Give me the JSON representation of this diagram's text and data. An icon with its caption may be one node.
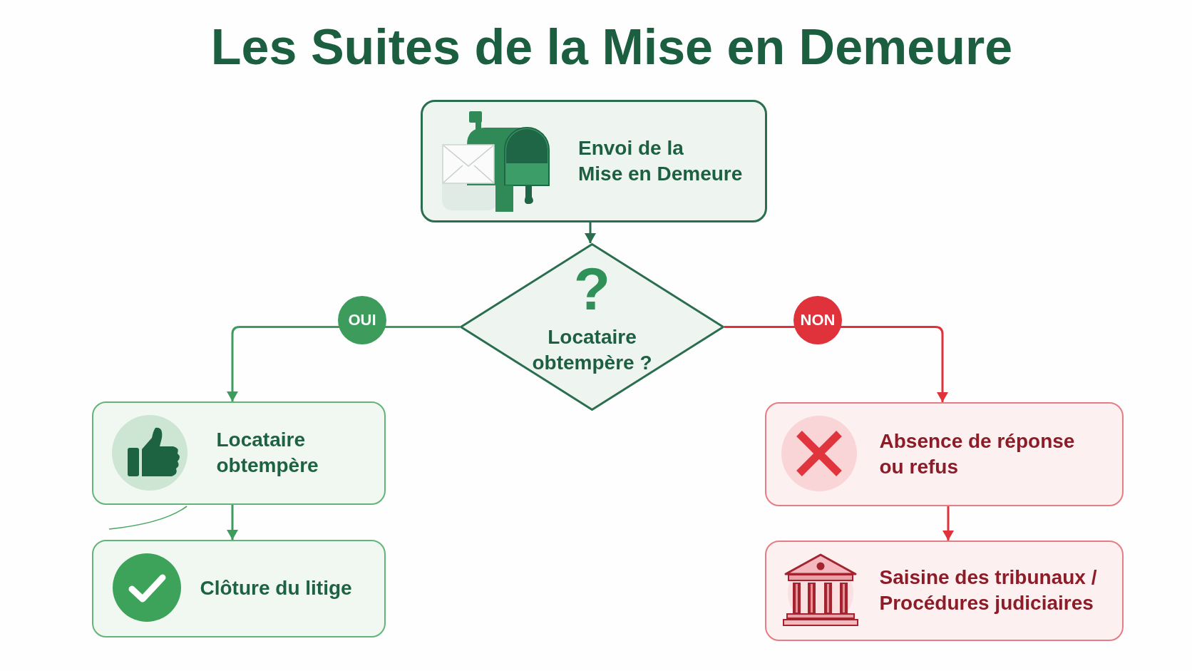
{
  "diagram": {
    "title": "Les Suites de la Mise en Demeure",
    "nodes": [
      {
        "text": [
          "Envoi de la Mise en Demeure"
        ]
      },
      {
        "text": [
          "?",
          "Locataire obtempère ?"
        ]
      },
      {
        "text": [
          "Locataire obtempère"
        ]
      },
      {
        "text": [
          "Absence de réponse ou refus"
        ]
      },
      {
        "text": [
          "Clôture du litige"
        ]
      },
      {
        "text": [
          "Saisine des tribunaux / Procédures judiciaires"
        ]
      }
    ],
    "edges": [
      {
        "from": 0,
        "to": 1,
        "arrow": "to",
        "color": "#2b6e4f"
      },
      {
        "from": 1,
        "to": 2,
        "arrow": "to",
        "label": "OUI"
      },
      {
        "from": 1,
        "to": 3,
        "arrow": "to",
        "label": "NON",
        "color": "#e0323a"
      },
      {
        "from": 2,
        "to": 4,
        "arrow": "to"
      },
      {
        "from": 3,
        "to": 5,
        "arrow": "to",
        "color": "#e0323a"
      }
    ]
  }
}
